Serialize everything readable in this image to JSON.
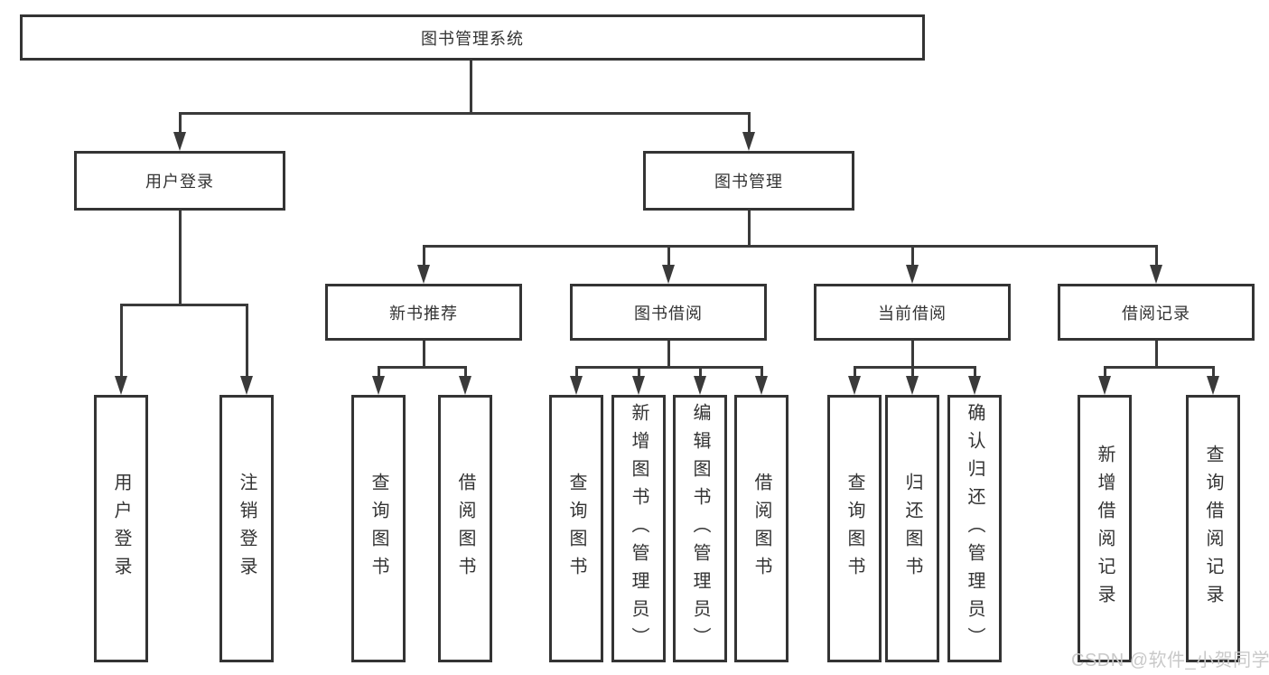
{
  "tree": {
    "label": "图书管理系统",
    "children": [
      {
        "label": "用户登录",
        "children": [
          {
            "label": "用户登录"
          },
          {
            "label": "注销登录"
          }
        ]
      },
      {
        "label": "图书管理",
        "children": [
          {
            "label": "新书推荐",
            "children": [
              {
                "label": "查询图书"
              },
              {
                "label": "借阅图书"
              }
            ]
          },
          {
            "label": "图书借阅",
            "children": [
              {
                "label": "查询图书"
              },
              {
                "label": "新增图书（管理员）"
              },
              {
                "label": "编辑图书（管理员）"
              },
              {
                "label": "借阅图书"
              }
            ]
          },
          {
            "label": "当前借阅",
            "children": [
              {
                "label": "查询图书"
              },
              {
                "label": "归还图书"
              },
              {
                "label": "确认归还（管理员）"
              }
            ]
          },
          {
            "label": "借阅记录",
            "children": [
              {
                "label": "新增借阅记录"
              },
              {
                "label": "查询借阅记录"
              }
            ]
          }
        ]
      }
    ]
  },
  "watermark": "CSDN @软件_小贺同学",
  "colors": {
    "line": "#3a3a3a",
    "box_border": "#343434",
    "text": "#333333",
    "background": "#ffffff",
    "watermark": "#c9c9c9"
  }
}
